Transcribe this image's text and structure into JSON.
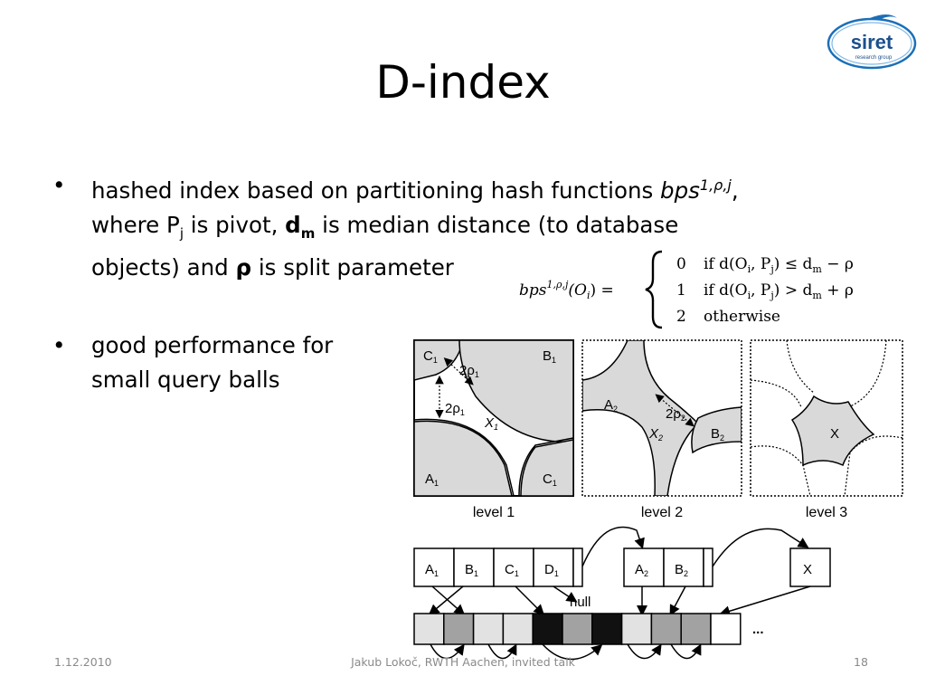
{
  "logo": {
    "text": "siret",
    "subtext": "research group",
    "accent": "#1b6fb8"
  },
  "title": "D-index",
  "bullets": {
    "b1": {
      "t1": "hashed index based on partitioning hash functions ",
      "bps": "bps",
      "sup": "1,ρ,j",
      "t2": ", where P",
      "sub_j": "j",
      "t3": " is pivot, ",
      "dm": "d",
      "dm_sub": "m",
      "t4": " is median distance (to database objects) and ",
      "rho": "ρ",
      "t5": " is split parameter"
    },
    "b2": {
      "text": "good performance for small query balls"
    }
  },
  "formula": {
    "lhs_bps": "bps",
    "lhs_sup": "1,ρ,j",
    "lhs_arg": "(O",
    "lhs_arg_sub": "i",
    "lhs_end": ") =",
    "cases": [
      {
        "value": "0",
        "cond": "if d(O",
        "i": "i",
        "mid": ", P",
        "j": "j",
        "rel": ") ≤ d",
        "m": "m",
        "end": " − ρ"
      },
      {
        "value": "1",
        "cond": "if d(O",
        "i": "i",
        "mid": ", P",
        "j": "j",
        "rel": ") > d",
        "m": "m",
        "end": " + ρ"
      },
      {
        "value": "2",
        "cond": "otherwise"
      }
    ]
  },
  "diagram": {
    "level1": {
      "caption": "level 1",
      "c1_top": "C",
      "b1": "B",
      "a1": "A",
      "c1_bottom": "C",
      "sub": "1",
      "rho_top": "2ρ",
      "rho_left": "2ρ",
      "x1": "X"
    },
    "level2": {
      "caption": "level 2",
      "a2": "A",
      "b2": "B",
      "x2": "X",
      "rho": "2ρ",
      "sub": "2"
    },
    "level3": {
      "caption": "level 3",
      "x": "X"
    },
    "buckets": {
      "g1": [
        "A",
        "B",
        "C",
        "D"
      ],
      "g1_sub": "1",
      "g2": [
        "A",
        "B"
      ],
      "g2_sub": "2",
      "g3": "X",
      "null": "null",
      "ellipsis": "..."
    },
    "storage_colors": [
      "#e2e2e2",
      "#a2a2a2",
      "#e2e2e2",
      "#e2e2e2",
      "#111111",
      "#a2a2a2",
      "#111111",
      "#e2e2e2",
      "#a2a2a2",
      "#a2a2a2",
      "#ffffff"
    ]
  },
  "footer": {
    "date": "1.12.2010",
    "center": "Jakub Lokoč, RWTH Aachen, invited talk",
    "page": "18"
  }
}
